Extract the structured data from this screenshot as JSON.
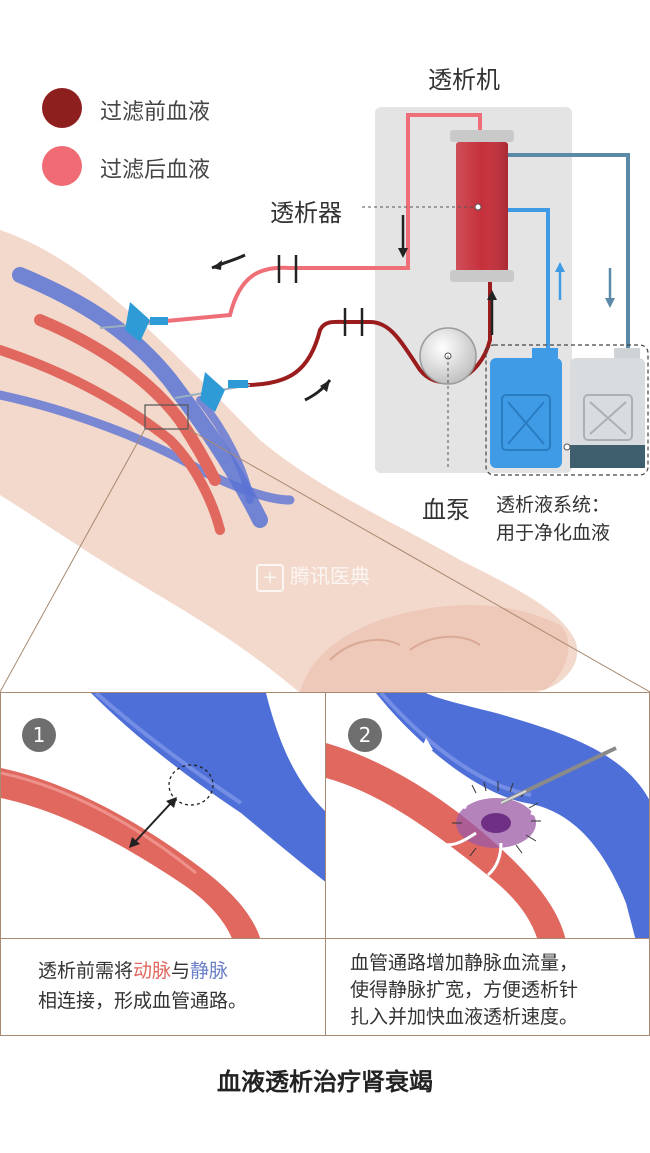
{
  "legend": {
    "pre_filter": {
      "label": "过滤前血液",
      "color": "#8e1f1f"
    },
    "post_filter": {
      "label": "过滤后血液",
      "color": "#f06b74"
    }
  },
  "machine": {
    "title": "透析机",
    "dialyzer_label": "透析器",
    "pump_label": "血泵",
    "dialysate_label_line1": "透析液系统：",
    "dialysate_label_line2": "用于净化血液"
  },
  "watermark": "腾讯医典",
  "panels": [
    {
      "number": "1",
      "caption_line1_prefix": "透析前需将",
      "caption_artery": "动脉",
      "caption_and": "与",
      "caption_vein": "静脉",
      "caption_line2": "相连接，形成血管通路。"
    },
    {
      "number": "2",
      "caption_line1": "血管通路增加静脉血流量，",
      "caption_line2": "使得静脉扩宽，方便透析针",
      "caption_line3": "扎入并加快血液透析速度。"
    }
  ],
  "footer": {
    "title": "血液透析治疗肾衰竭"
  },
  "colors": {
    "artery": "#e0685f",
    "vein": "#4f6fd8",
    "machine_bg": "#e4e4e4",
    "dialysate_blue": "#3f9be6",
    "dialysate_gray": "#cfd3d6",
    "tube_dark": "#9b1c1c",
    "tube_light": "#ef6f78"
  }
}
